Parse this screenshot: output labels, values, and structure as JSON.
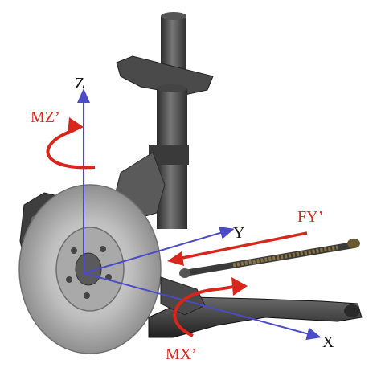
{
  "diagram": {
    "axes": [
      {
        "id": "z",
        "label": "Z"
      },
      {
        "id": "y",
        "label": "Y"
      },
      {
        "id": "x",
        "label": "X"
      }
    ],
    "loads": [
      {
        "id": "mz",
        "label": "MZ’"
      },
      {
        "id": "fy",
        "label": "FY’"
      },
      {
        "id": "mx",
        "label": "MX’"
      }
    ],
    "colors": {
      "axis": "#4b4bc8",
      "load": "#d8261c",
      "metal_dark": "#3a3a3a",
      "metal_mid": "#8a8a8a",
      "metal_light": "#c8c8c8",
      "brass": "#8a7440"
    }
  }
}
